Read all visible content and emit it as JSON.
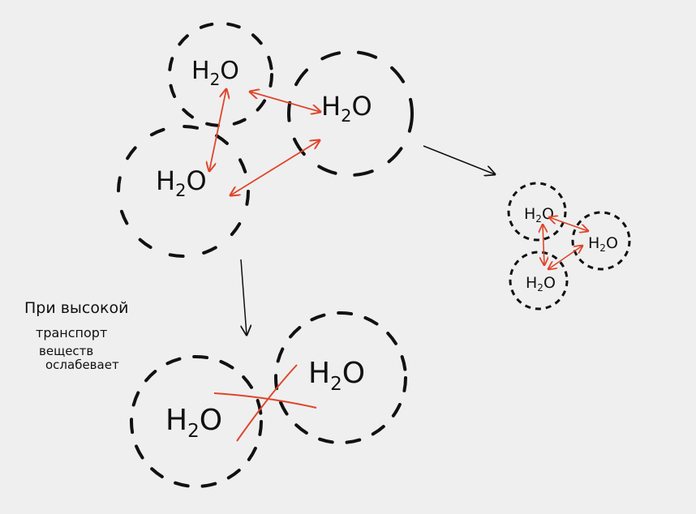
{
  "molecule": {
    "base": "H",
    "sub": "2",
    "tail": "O"
  },
  "note": {
    "line1": "При высокой",
    "line2": "транспорт",
    "line3": "веществ",
    "line4": "ослабевает"
  },
  "colors": {
    "background": "#efefef",
    "ink": "#111111",
    "arrow": "#e0452b"
  }
}
